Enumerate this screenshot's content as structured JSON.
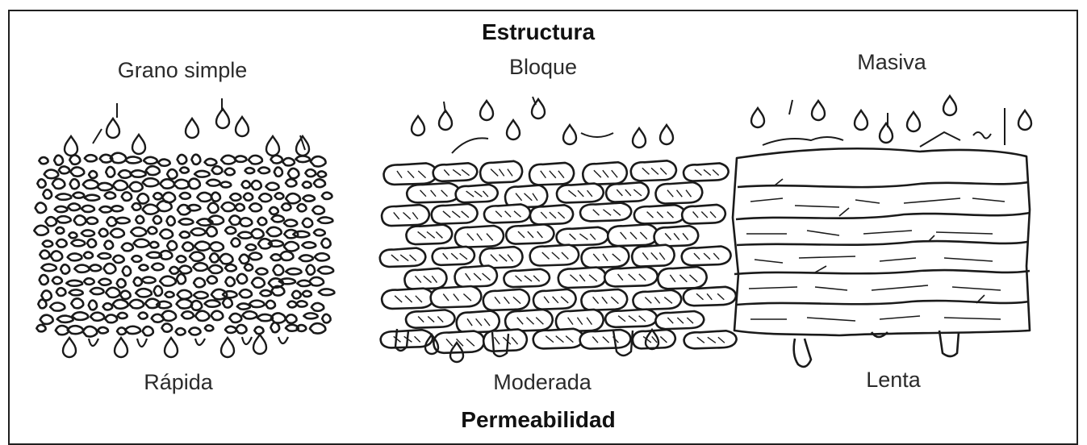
{
  "title_top": "Estructura",
  "title_bottom": "Permeabilidad",
  "columns": [
    {
      "structure": "Grano simple",
      "permeability": "Rápida"
    },
    {
      "structure": "Bloque",
      "permeability": "Moderada"
    },
    {
      "structure": "Masiva",
      "permeability": "Lenta"
    }
  ]
}
